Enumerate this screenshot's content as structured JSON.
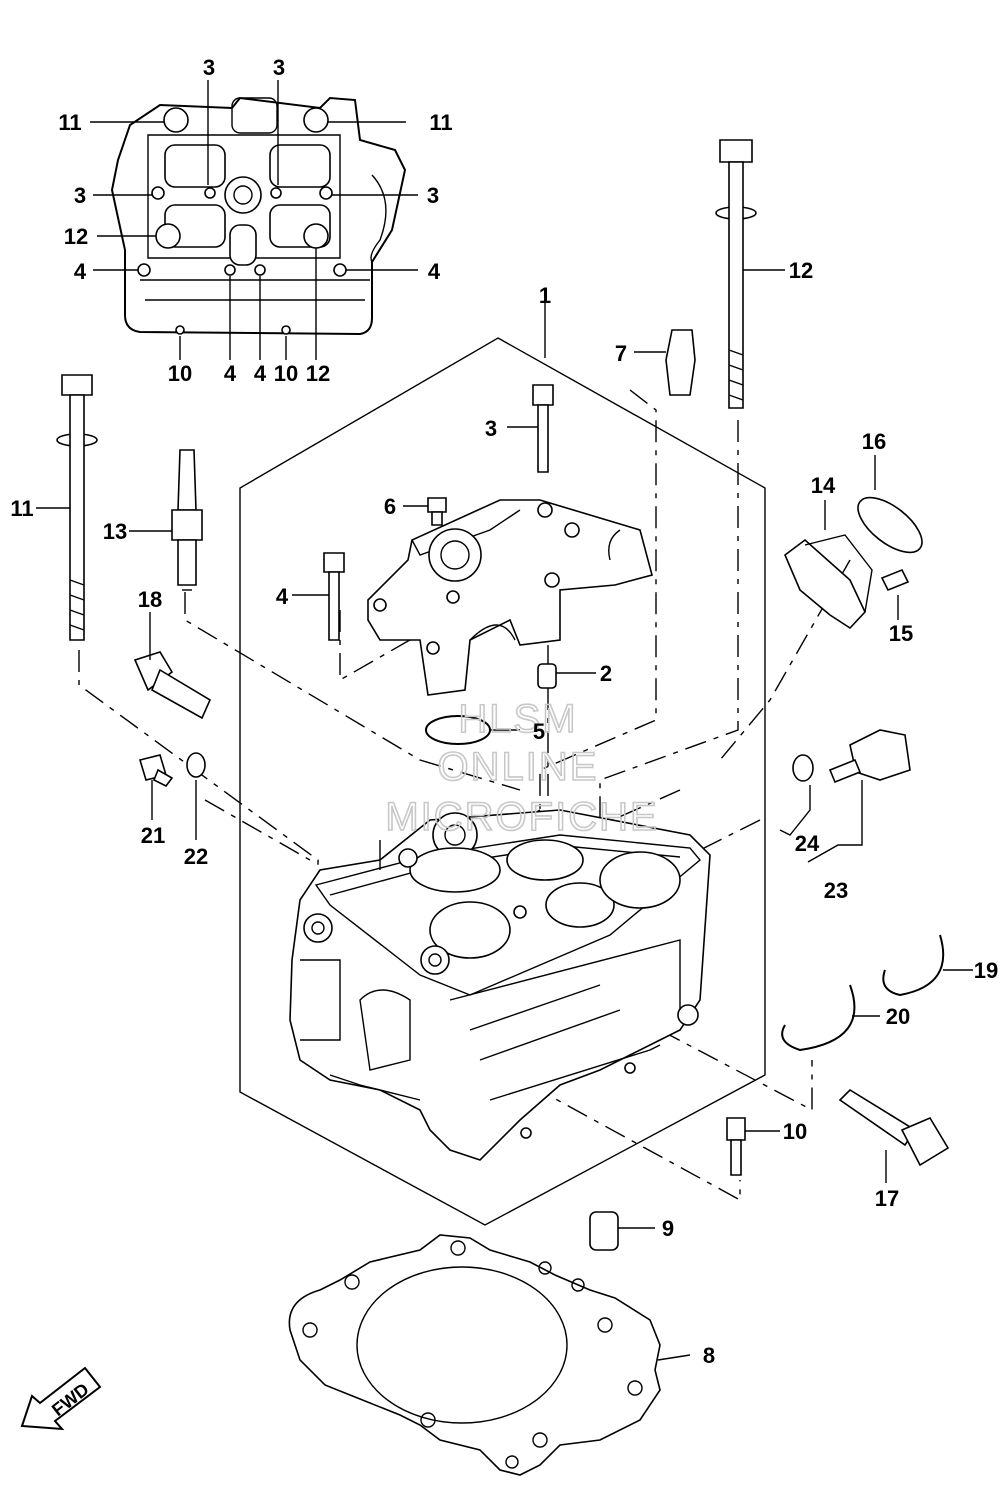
{
  "watermark": {
    "line1": "HLSM",
    "line2": "ONLINE",
    "line3": "MICROFICHE"
  },
  "fwd_label": "FWD",
  "callouts": {
    "tv_3a": "3",
    "tv_3b": "3",
    "tv_11l": "11",
    "tv_11r": "11",
    "tv_3l": "3",
    "tv_3r": "3",
    "tv_12l": "12",
    "tv_4l": "4",
    "tv_4r": "4",
    "tv_10a": "10",
    "tv_4a": "4",
    "tv_4b": "4",
    "tv_10b": "10",
    "tv_12b": "12",
    "p1": "1",
    "p2": "2",
    "p3": "3",
    "p4": "4",
    "p5": "5",
    "p6": "6",
    "p7": "7",
    "p8": "8",
    "p9": "9",
    "p10": "10",
    "p11": "11",
    "p12": "12",
    "p13": "13",
    "p14": "14",
    "p15": "15",
    "p16": "16",
    "p17": "17",
    "p18": "18",
    "p19": "19",
    "p20": "20",
    "p21": "21",
    "p22": "22",
    "p23": "23",
    "p24": "24"
  }
}
